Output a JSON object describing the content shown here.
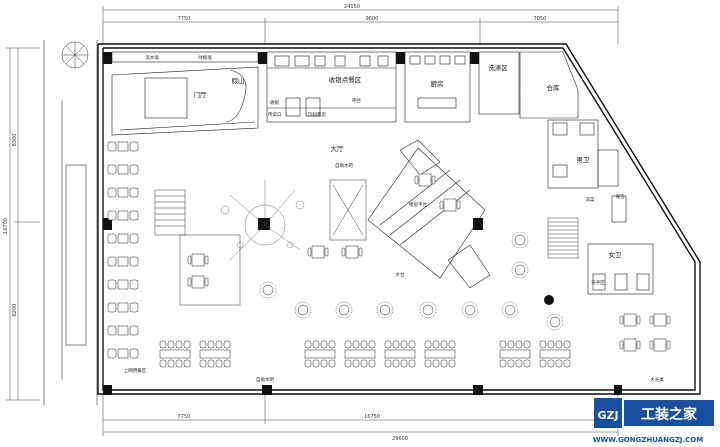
{
  "dimensions": {
    "top_total": "24150",
    "top_left": "7750",
    "top_mid": "9600",
    "top_right": "7050",
    "bottom_left": "7750",
    "bottom_mid": "16750",
    "bottom_total": "29600",
    "left_total": "16700",
    "left_upper": "8300",
    "left_lower": "8200"
  },
  "rooms": {
    "pond_wall": "流水墙",
    "green_wall": "绿植墙",
    "rockery": "假山",
    "foyer": "门厅",
    "cashier": "收银点餐区",
    "kitchen": "厨房",
    "washing": "洗涤区",
    "storage": "仓库",
    "hall": "大厅",
    "self_service": "自助水吧",
    "mens_restroom": "男卫",
    "womens_restroom": "女卫",
    "booth_area": "上网用餐区",
    "cold_dishes": "凉菜",
    "cleaning": "保洁",
    "wash_basin": "洗手区",
    "dining": "楼层平台",
    "water_bar": "自助水吧",
    "small_stage": "水台",
    "large_table": "大长桌"
  },
  "small_labels": {
    "desk1": "收银",
    "desk2": "吧台",
    "counter": "传菜口",
    "drink": "饮料售卖"
  },
  "watermark": {
    "logo": "GZJ",
    "name": "工装之家",
    "url": "WWW.GONGZHUANGZJ.COM"
  }
}
